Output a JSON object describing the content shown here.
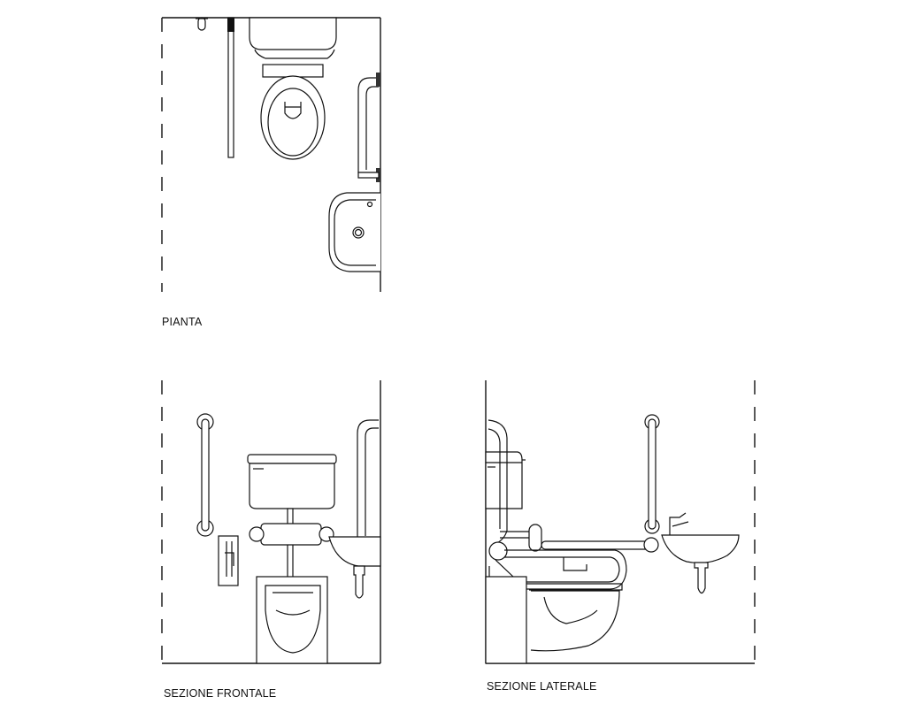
{
  "labels": {
    "plan": "PIANTA",
    "front_section": "SEZIONE FRONTALE",
    "side_section": "SEZIONE LATERALE"
  },
  "colors": {
    "line": "#111111",
    "background": "#ffffff"
  }
}
